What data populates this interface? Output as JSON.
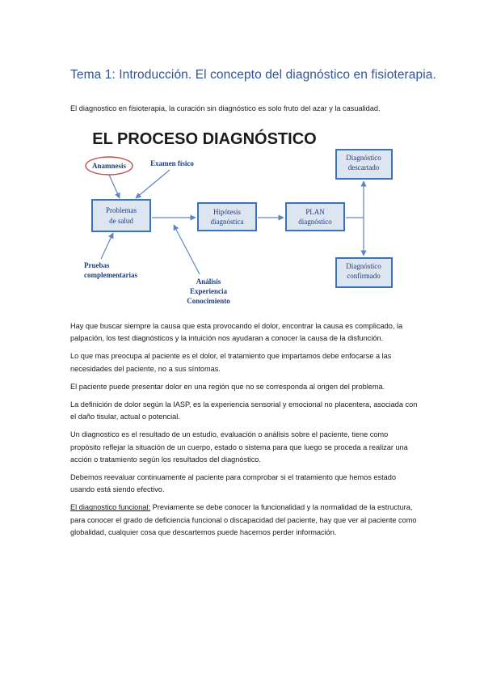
{
  "document": {
    "title": "Tema 1: Introducción. El concepto del diagnóstico en fisioterapia.",
    "intro": "El diagnostico en fisioterapia, la curación sin diagnóstico es solo fruto del azar y la casualidad."
  },
  "diagram": {
    "title": "EL PROCESO DIAGNÓSTICO",
    "box_fill": "#dde6f0",
    "box_stroke": "#3a74b8",
    "arrow_color": "#5c87c4",
    "text_color": "#1f3d7a",
    "ellipse_color": "#c0504d",
    "labels": {
      "anamnesis": "Anamnesis",
      "examen": "Examen físico",
      "problemas_1": "Problemas",
      "problemas_2": "de salud",
      "hipotesis_1": "Hipótesis",
      "hipotesis_2": "diagnóstica",
      "plan_1": "PLAN",
      "plan_2": "diagnóstico",
      "descartado_1": "Diagnóstico",
      "descartado_2": "descartado",
      "confirmado_1": "Diagnóstico",
      "confirmado_2": "confirmado",
      "pruebas_1": "Pruebas",
      "pruebas_2": "complementarias",
      "analisis_1": "Análisis",
      "analisis_2": "Experiencia",
      "analisis_3": "Conocimiento"
    }
  },
  "paragraphs": [
    "Hay que buscar siempre la causa que esta provocando el dolor, encontrar la causa es complicado, la palpación, los test diagnósticos y la intuición nos ayudaran a conocer la causa de la disfunción.",
    "Lo que mas preocupa al paciente es el dolor, el tratamiento que impartamos debe enfocarse a las necesidades del paciente, no a sus síntomas.",
    "El paciente puede presentar dolor en una región que no se corresponda al origen del problema.",
    "La definición de dolor según la IASP, es la experiencia sensorial y emocional no placentera, asociada con el daño tisular, actual o potencial.",
    "Un diagnostico es el resultado de un estudio, evaluación o análisis sobre el paciente, tiene como propósito reflejar la situación de un cuerpo, estado o sistema para que luego se proceda a realizar una acción o tratamiento según los resultados del diagnóstico.",
    "Debemos reevaluar continuamente al paciente para comprobar si el tratamiento que hemos estado usando está siendo efectivo."
  ],
  "funcional": {
    "term": "El diagnostico funcional:",
    "text": " Previamente se debe conocer la funcionalidad y la normalidad de la estructura, para conocer el grado de deficiencia funcional o discapacidad del paciente, hay que ver al paciente como globalidad, cualquier cosa que descartemos puede hacernos perder información."
  }
}
